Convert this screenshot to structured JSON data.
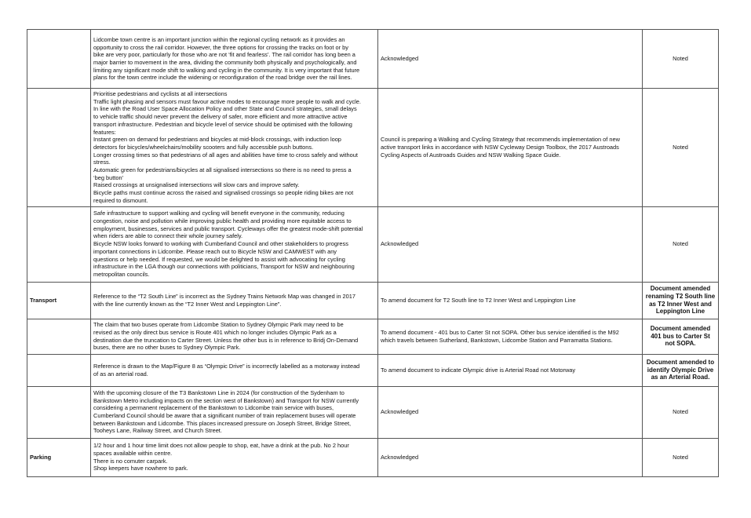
{
  "rows": [
    {
      "topic": "",
      "submission": [
        "Lidcombe town centre is an important junction within the regional cycling network as it provides an",
        "opportunity to cross the rail corridor. However, the three options for crossing the tracks on foot or by",
        "bike are very poor, particularly for those who are not ‘fit and fearless’. The rail corridor has long been a",
        "major barrier to movement in the area, dividing the community both physically and psychologically, and",
        "limiting any significant mode shift to walking and cycling in the community.  It is very important that future",
        "plans for the town centre include the widening or reconfiguration of the road bridge over the rail lines."
      ],
      "response": [
        "Acknowledged"
      ],
      "outcome": "Noted"
    },
    {
      "topic": "",
      "submission": [
        "Prioritise pedestrians and cyclists at all intersections",
        "Traffic light phasing and sensors must favour active modes to encourage more people to walk and cycle.",
        "In line with the Road User Space Allocation Policy and other State and Council strategies, small delays",
        "to vehicle traffic should never prevent the delivery of safer, more efficient and more attractive active",
        "transport infrastructure. Pedestrian and bicycle level of service should be optimised with the following",
        "features:",
        "  Instant green on demand for pedestrians and bicycles at mid-block crossings, with induction loop",
        "detectors for bicycles/wheelchairs/mobility scooters and fully accessible push buttons.",
        "  Longer crossing times so that pedestrians of all ages and abilities have time to cross safely and without",
        "stress.",
        "  Automatic green for pedestrians/bicycles at all signalised intersections so there is no need to press a",
        "‘beg button’",
        "  Raised crossings at unsignalised intersections will slow cars and improve safety.",
        "  Bicycle paths must continue across the raised and signalised crossings so people riding bikes are not",
        "required to dismount."
      ],
      "response": [
        "Council is preparing a Walking and Cycling Strategy that recommends implementation of new",
        "active transport links in accordance with NSW Cycleway Design Toolbox, the 2017 Austroads",
        "Cycling Aspects of Austroads Guides and NSW Walking Space Guide."
      ],
      "outcome": "Noted"
    },
    {
      "topic": "",
      "submission": [
        "Safe infrastructure to support walking and cycling will benefit everyone in the community, reducing",
        "congestion, noise and pollution while improving public health and providing more equitable access to",
        "employment, businesses, services and public transport. Cycleways offer the greatest mode-shift potential",
        "when riders are able to connect their whole journey safely.",
        "Bicycle NSW looks forward to working with Cumberland Council and other stakeholders to progress",
        "important connections in Lidcombe. Please reach out to Bicycle NSW and CAMWEST with any",
        "questions or help needed. If requested, we would be delighted to assist with advocating for cycling",
        "infrastructure in the LGA though our connections with politicians, Transport for NSW and neighbouring",
        "metropolitan councils."
      ],
      "response": [
        "Acknowledged"
      ],
      "outcome": "Noted"
    },
    {
      "topic": "Transport",
      "submission": [
        "Reference to the “T2 South Line” is incorrect as the Sydney Trains Network Map was changed in 2017",
        "with the line currently known as the “T2 Inner West and Leppington Line”."
      ],
      "response": [
        "To amend document for T2 South line to T2 Inner West and Leppington Line"
      ],
      "outcome": "Document amended renaming  T2 South line as T2 Inner West and Leppington Line"
    },
    {
      "topic": "",
      "submission": [
        "The claim that two buses operate from Lidcombe Station to Sydney Olympic Park may need to be",
        "revised as the only direct bus service is Route 401 which no longer includes Olympic Park as a",
        "destination due the truncation to Carter Street. Unless the other bus is in reference to Bridj On-Demand",
        "buses, there are no other buses to Sydney Olympic Park."
      ],
      "response": [
        "To amend document - 401 bus to Carter St not SOPA. Other bus service identified is the M92",
        "which travels between Sutherland, Bankstown, Lidcombe Station and Parramatta Stations."
      ],
      "outcome": "Document amended 401 bus to Carter St not SOPA."
    },
    {
      "topic": "",
      "submission": [
        "Reference is drawn to the Map/Figure 8 as “Olympic Drive” is incorrectly labelled as a motorway instead",
        "of as an arterial road."
      ],
      "response": [
        "To amend document to indicate Olympic drive is Arterial Road not Motorway"
      ],
      "outcome": "Document amended to identify Olympic Drive as an Arterial Road."
    },
    {
      "topic": "",
      "submission": [
        "With the upcoming closure of the T3 Bankstown Line in 2024 (for construction of the Sydenham to",
        "Bankstown Metro including impacts on the section west of Bankstown) and Transport for NSW currently",
        "considering a permanent replacement of the Bankstown to Lidcombe train service with buses,",
        "Cumberland Council should be aware that a significant number of train replacement buses will operate",
        "between Bankstown and Lidcombe. This places increased pressure on Joseph Street, Bridge Street,",
        "Tooheys Lane, Railway Street, and Church Street."
      ],
      "response": [
        "Acknowledged"
      ],
      "outcome": "Noted"
    },
    {
      "topic": "Parking",
      "submission": [
        "1/2 hour and 1 hour time limit does not allow people to shop, eat, have a drink at the pub.  No 2 hour",
        "spaces available within centre.",
        "There is no comuter carpark.",
        "Shop keepers have nowhere to park."
      ],
      "response": [
        "Acknowledged"
      ],
      "outcome": "Noted"
    }
  ]
}
